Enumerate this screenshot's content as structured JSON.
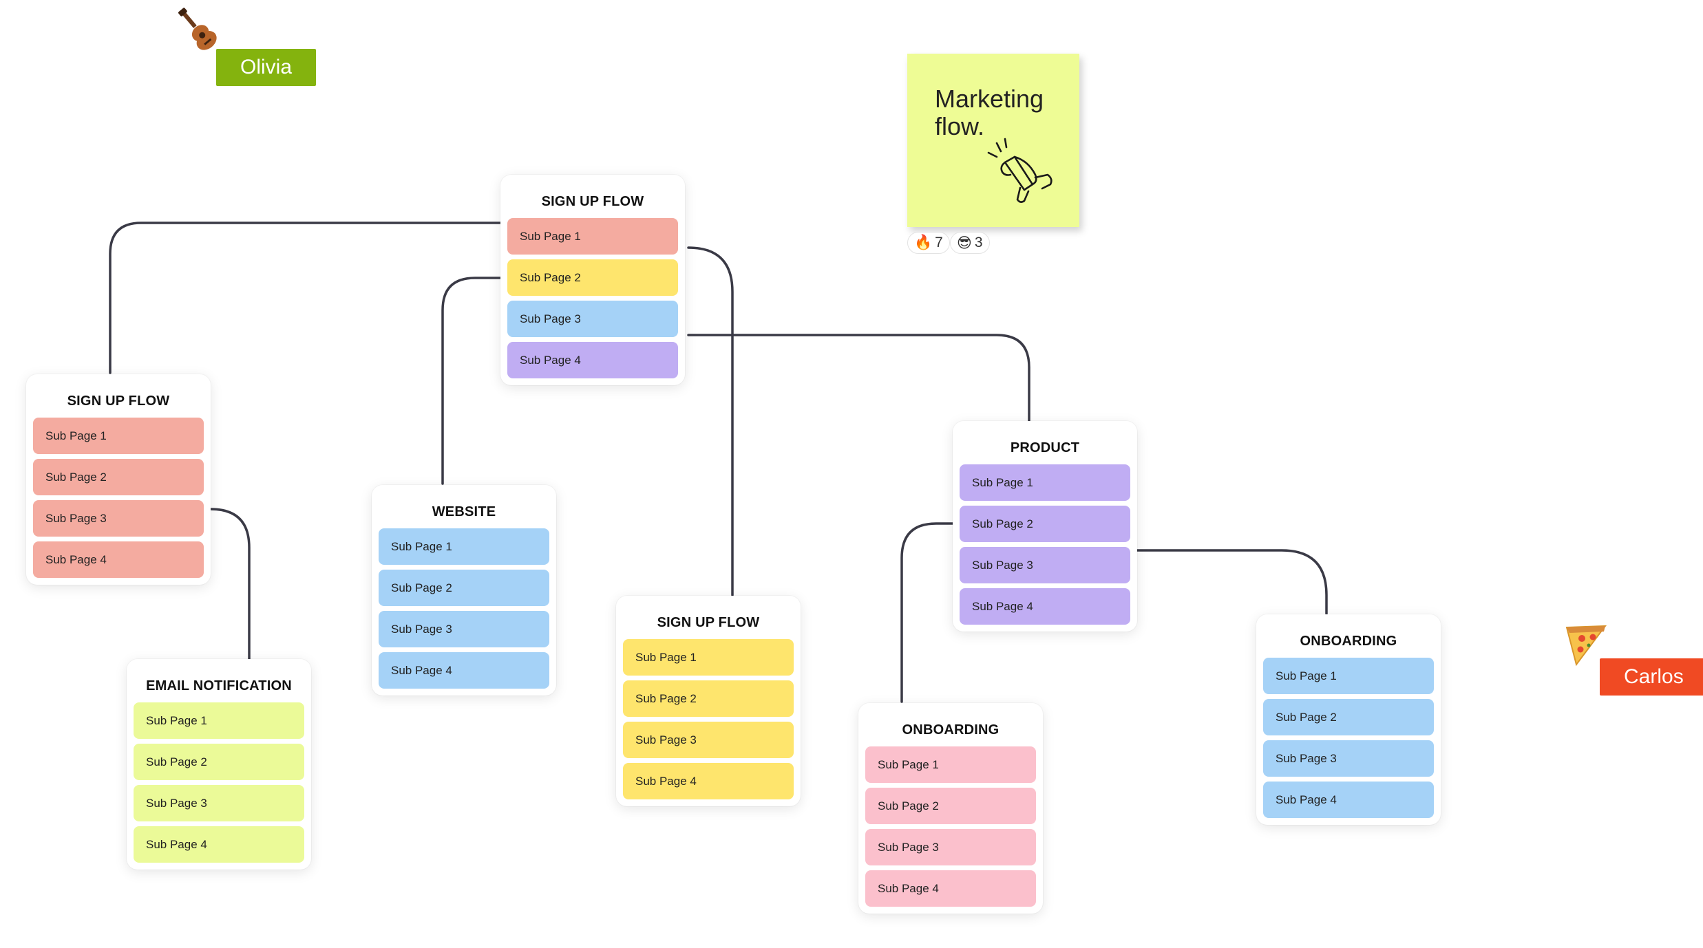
{
  "colors": {
    "salmon": "#f4aba0",
    "yellow": "#fee56d",
    "blue": "#a5d2f7",
    "purple": "#c0adf3",
    "lime": "#ebfa98",
    "pink": "#fbc0cc",
    "connector": "#3a3a46"
  },
  "cards": [
    {
      "id": "signup-top",
      "title": "SIGN UP FLOW",
      "color": "salmon",
      "items": [
        "Sub Page 1",
        "Sub Page 2",
        "Sub Page 3",
        "Sub Page 4"
      ],
      "item_colors": [
        "salmon",
        "yellow",
        "blue",
        "purple"
      ]
    },
    {
      "id": "signup-left",
      "title": "SIGN UP FLOW",
      "color": "salmon",
      "items": [
        "Sub Page 1",
        "Sub Page 2",
        "Sub Page 3",
        "Sub Page 4"
      ],
      "item_colors": [
        "salmon",
        "salmon",
        "salmon",
        "salmon"
      ]
    },
    {
      "id": "website",
      "title": "WEBSITE",
      "items": [
        "Sub Page 1",
        "Sub Page 2",
        "Sub Page 3",
        "Sub Page 4"
      ],
      "item_colors": [
        "blue",
        "blue",
        "blue",
        "blue"
      ]
    },
    {
      "id": "email",
      "title": "EMAIL NOTIFICATION",
      "items": [
        "Sub Page 1",
        "Sub Page 2",
        "Sub Page 3",
        "Sub Page 4"
      ],
      "item_colors": [
        "lime",
        "lime",
        "lime",
        "lime"
      ]
    },
    {
      "id": "signup-mid",
      "title": "SIGN UP FLOW",
      "items": [
        "Sub Page 1",
        "Sub Page 2",
        "Sub Page 3",
        "Sub Page 4"
      ],
      "item_colors": [
        "yellow",
        "yellow",
        "yellow",
        "yellow"
      ]
    },
    {
      "id": "product",
      "title": "PRODUCT",
      "items": [
        "Sub Page 1",
        "Sub Page 2",
        "Sub Page 3",
        "Sub Page 4"
      ],
      "item_colors": [
        "purple",
        "purple",
        "purple",
        "purple"
      ]
    },
    {
      "id": "onboarding-mid",
      "title": "ONBOARDING",
      "items": [
        "Sub Page 1",
        "Sub Page 2",
        "Sub Page 3",
        "Sub Page 4"
      ],
      "item_colors": [
        "pink",
        "pink",
        "pink",
        "pink"
      ]
    },
    {
      "id": "onboarding-right",
      "title": "ONBOARDING",
      "items": [
        "Sub Page 1",
        "Sub Page 2",
        "Sub Page 3",
        "Sub Page 4"
      ],
      "item_colors": [
        "blue",
        "blue",
        "blue",
        "blue"
      ]
    }
  ],
  "sticky_note": {
    "text": "Marketing\nflow.",
    "color": "#eefc95",
    "icon": "megaphone-icon",
    "reactions": [
      {
        "emoji": "🔥",
        "count": "7"
      },
      {
        "emoji": "😎",
        "count": "3"
      }
    ]
  },
  "cursors": [
    {
      "name": "Olivia",
      "color": "#84b30e",
      "icon": "guitar-icon"
    },
    {
      "name": "Carlos",
      "color": "#f04a23",
      "icon": "pizza-icon"
    }
  ]
}
